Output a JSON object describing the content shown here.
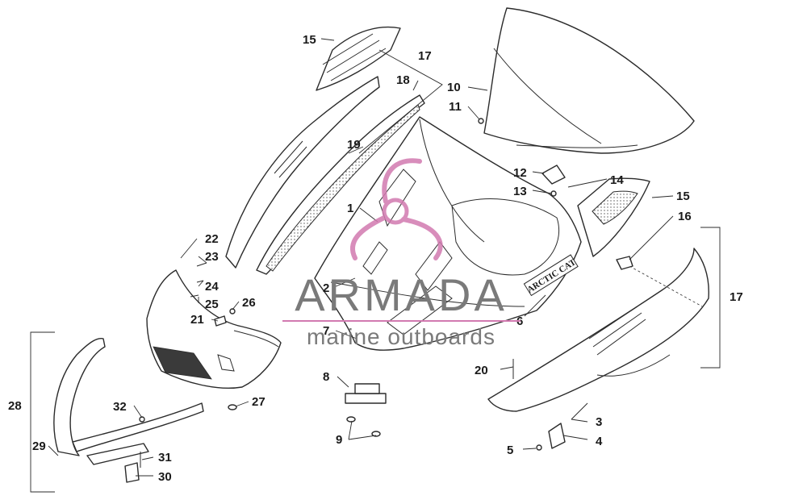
{
  "brand_marking": "ARCTIC CAT",
  "callouts": [
    {
      "id": "c1",
      "label": "1"
    },
    {
      "id": "c2",
      "label": "2"
    },
    {
      "id": "c3",
      "label": "3"
    },
    {
      "id": "c4",
      "label": "4"
    },
    {
      "id": "c5",
      "label": "5"
    },
    {
      "id": "c6",
      "label": "6"
    },
    {
      "id": "c7",
      "label": "7"
    },
    {
      "id": "c8",
      "label": "8"
    },
    {
      "id": "c9",
      "label": "9"
    },
    {
      "id": "c10",
      "label": "10"
    },
    {
      "id": "c11",
      "label": "11"
    },
    {
      "id": "c12",
      "label": "12"
    },
    {
      "id": "c13",
      "label": "13"
    },
    {
      "id": "c14",
      "label": "14"
    },
    {
      "id": "c15a",
      "label": "15"
    },
    {
      "id": "c15b",
      "label": "15"
    },
    {
      "id": "c16",
      "label": "16"
    },
    {
      "id": "c17a",
      "label": "17"
    },
    {
      "id": "c17b",
      "label": "17"
    },
    {
      "id": "c18",
      "label": "18"
    },
    {
      "id": "c19",
      "label": "19"
    },
    {
      "id": "c20",
      "label": "20"
    },
    {
      "id": "c21",
      "label": "21"
    },
    {
      "id": "c22",
      "label": "22"
    },
    {
      "id": "c23",
      "label": "23"
    },
    {
      "id": "c24",
      "label": "24"
    },
    {
      "id": "c25",
      "label": "25"
    },
    {
      "id": "c26",
      "label": "26"
    },
    {
      "id": "c27",
      "label": "27"
    },
    {
      "id": "c28",
      "label": "28"
    },
    {
      "id": "c29",
      "label": "29"
    },
    {
      "id": "c30",
      "label": "30"
    },
    {
      "id": "c31",
      "label": "31"
    },
    {
      "id": "c32",
      "label": "32"
    }
  ],
  "watermark": {
    "title": "ARMADA",
    "subtitle": "marine outboards",
    "accent_color": "#d27ab0",
    "text_color": "#7a7a7a"
  }
}
